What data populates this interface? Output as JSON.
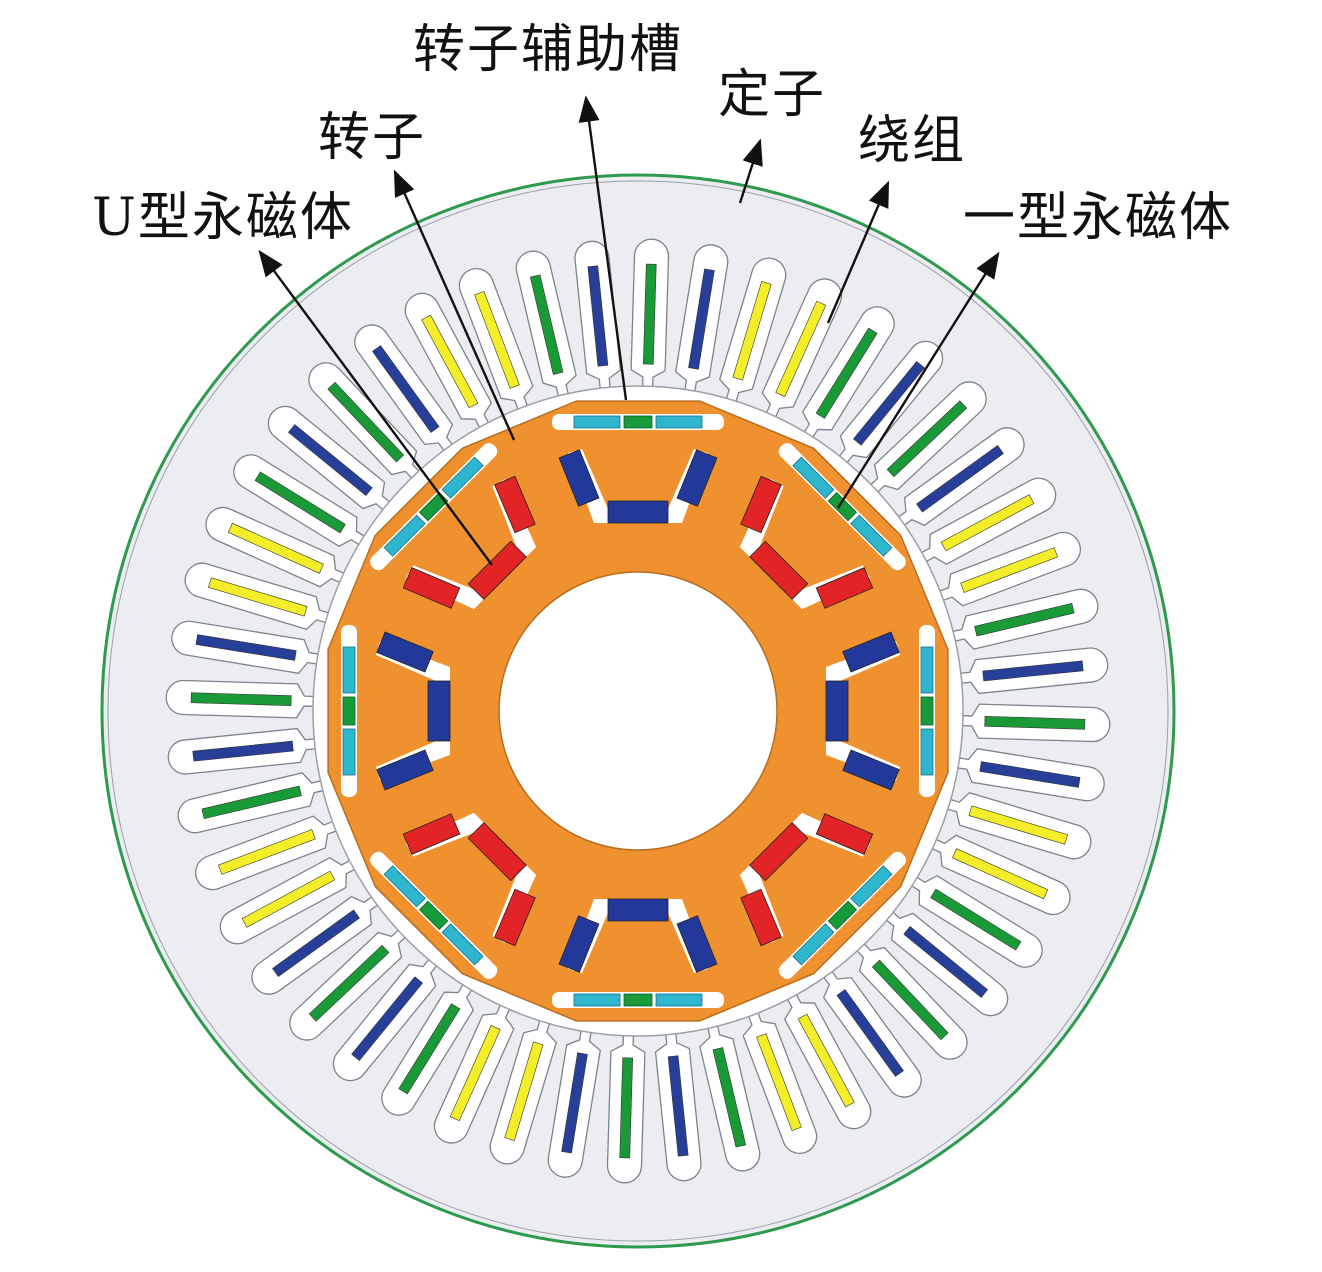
{
  "labels": {
    "rotor_aux_slot": "转子辅助槽",
    "stator": "定子",
    "rotor": "转子",
    "winding": "绕组",
    "u_magnet": "U型永磁体",
    "i_magnet": "一型永磁体"
  },
  "colors": {
    "stator": "#ebedf1",
    "stator_outline": "#2e9a4e",
    "rotor": "#f0912f",
    "shaft": "#ffffff",
    "phase_green": "#1a9a36",
    "phase_blue": "#273f99",
    "phase_yellow": "#f4ee2a",
    "u_magnet_blue": "#23399a",
    "u_magnet_red": "#e22426",
    "i_magnet_cyan": "#2fb6cf",
    "i_magnet_green": "#179a3a",
    "barrier": "#ffffff"
  },
  "structure": {
    "stator_slots": 48,
    "rotor_poles": 8,
    "slot_phase_sequence": [
      "green",
      "blue",
      "yellow",
      "yellow",
      "green",
      "blue"
    ]
  }
}
